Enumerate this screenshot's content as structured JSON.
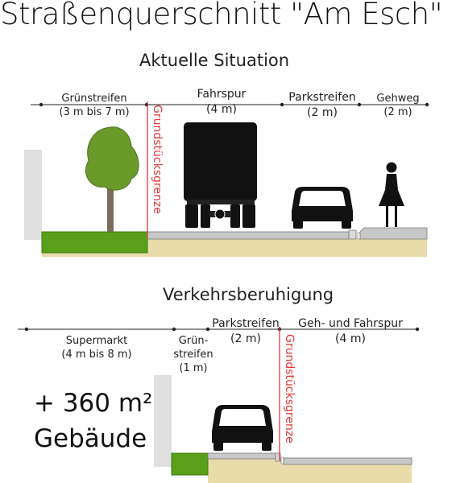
{
  "title": "Straßenquerschnitt \"Am Esch\"",
  "current": {
    "heading": "Aktuelle Situation",
    "segments": [
      {
        "name": "Grünstreifen",
        "width": "(3 m bis 7 m)"
      },
      {
        "name": "Fahrspur",
        "width": "(4 m)"
      },
      {
        "name": "Parkstreifen",
        "width": "(2 m)"
      },
      {
        "name": "Gehweg",
        "width": "(2 m)"
      }
    ],
    "boundary": "Grundstücksgrenze"
  },
  "calming": {
    "heading": "Verkehrsberuhigung",
    "segments": [
      {
        "name": "Supermarkt",
        "width": "(4 m bis 8 m)"
      },
      {
        "name": "Grün-",
        "name2": "streifen",
        "width": "(1 m)"
      },
      {
        "name": "Parkstreifen",
        "width": "(2 m)"
      },
      {
        "name": "Geh- und Fahrspur",
        "width": "(4 m)"
      }
    ],
    "boundary": "Grundstücksgrenze",
    "gain_line1": "+ 360 m²",
    "gain_line2": "Gebäude"
  },
  "colors": {
    "grass": "#5a9e1a",
    "sand": "#e8dcaa",
    "road": "#c8c8c8",
    "wall": "#e0e0e0",
    "boundary": "#e33a3a",
    "vehicle": "#111111",
    "tree": "#6a9a2a"
  },
  "icons": [
    "truck-icon",
    "car-icon",
    "tree-icon",
    "pedestrian-icon"
  ]
}
